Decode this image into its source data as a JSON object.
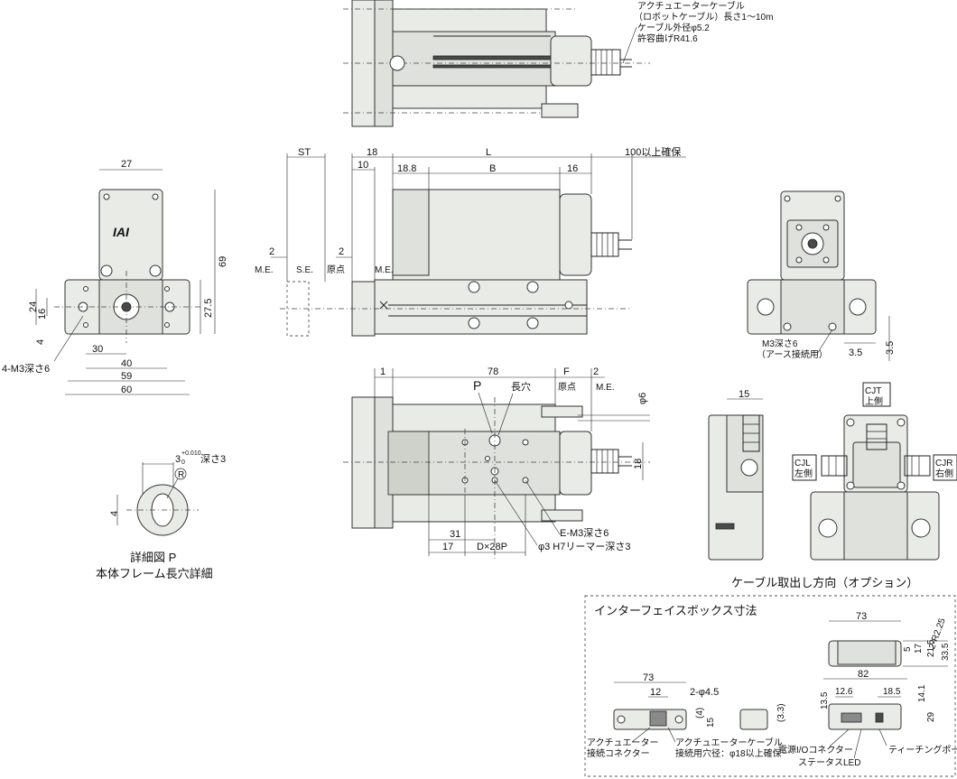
{
  "top_view": {
    "cable_note_1": "アクチュエーターケーブル",
    "cable_note_2": "（ロボットケーブル）長さ1～10m",
    "cable_note_3": "ケーブル外径φ5.2",
    "cable_note_4": "許容曲げR41.6"
  },
  "end_view": {
    "dim_27": "27",
    "dim_69": "69",
    "dim_27_5": "27.5",
    "dim_24": "24",
    "dim_16": "16",
    "dim_4": "4",
    "dim_30": "30",
    "dim_40": "40",
    "dim_59": "59",
    "dim_60": "60",
    "hole_note": "4-M3深さ6",
    "logo": "IAI"
  },
  "side_view": {
    "dim_st": "ST",
    "dim_18": "18",
    "dim_10": "10",
    "dim_l": "L",
    "dim_18_8": "18.8",
    "dim_b": "B",
    "dim_16": "16",
    "dim_cable_clear": "100以上確保",
    "dim_2a": "2",
    "dim_2b": "2",
    "me_label": "M.E.",
    "se_label": "S.E.",
    "origin_label": "原点",
    "me_label_2": "M.E."
  },
  "bottom_view": {
    "dim_1": "1",
    "dim_78": "78",
    "dim_f": "F",
    "dim_2": "2",
    "origin_label": "原点",
    "me_label": "M.E.",
    "p_label": "P",
    "slot_label": "長穴",
    "dim_phi6": "φ6",
    "dim_18": "18",
    "dim_31": "31",
    "dim_17": "17",
    "dim_dx28p": "D×28P",
    "hole_note_e": "E-M3深さ6",
    "hole_note_phi3": "φ3 H7リーマー深さ3"
  },
  "detail_p": {
    "tol_label": "3",
    "tol_upper": "+0.010",
    "tol_lower": "0",
    "depth_label": "深さ3",
    "radius_label": "R",
    "dim_4": "4",
    "caption_1": "詳細図 P",
    "caption_2": "本体フレーム長穴詳細"
  },
  "rear_view": {
    "note_1": "M3深さ6",
    "note_2": "（アース接続用）",
    "dim_3_5a": "3.5",
    "dim_3_5b": "3.5"
  },
  "cable_option": {
    "dim_15": "15",
    "cjt_1": "CJT",
    "cjt_2": "上側",
    "cjl_1": "CJL",
    "cjl_2": "左側",
    "cjr_1": "CJR",
    "cjr_2": "右側",
    "caption": "ケーブル取出し方向（オプション）"
  },
  "interface_box": {
    "title": "インターフェイスボックス寸法",
    "dim_73a": "73",
    "dim_2r225": "2-R2.25",
    "dim_5": "5",
    "dim_17": "17",
    "dim_21_5": "21.5",
    "dim_33_5": "33.5",
    "dim_82": "82",
    "dim_73b": "73",
    "dim_12": "12",
    "dim_2phi45": "2-φ4.5",
    "dim_4": "(4)",
    "dim_15": "15",
    "dim_3_3": "(3.3)",
    "dim_12_6": "12.6",
    "dim_18_5": "18.5",
    "dim_13_5": "13.5",
    "dim_14_1": "14.1",
    "dim_29": "29",
    "note_actuator_1": "アクチュエーター",
    "note_actuator_2": "接続コネクター",
    "note_cable_1": "アクチュエーターケーブル",
    "note_cable_2": "接続用穴径：φ18以上確保",
    "note_power": "電源I/Oコネクター",
    "note_teaching": "ティーチングポート",
    "note_status": "ステータスLED"
  }
}
